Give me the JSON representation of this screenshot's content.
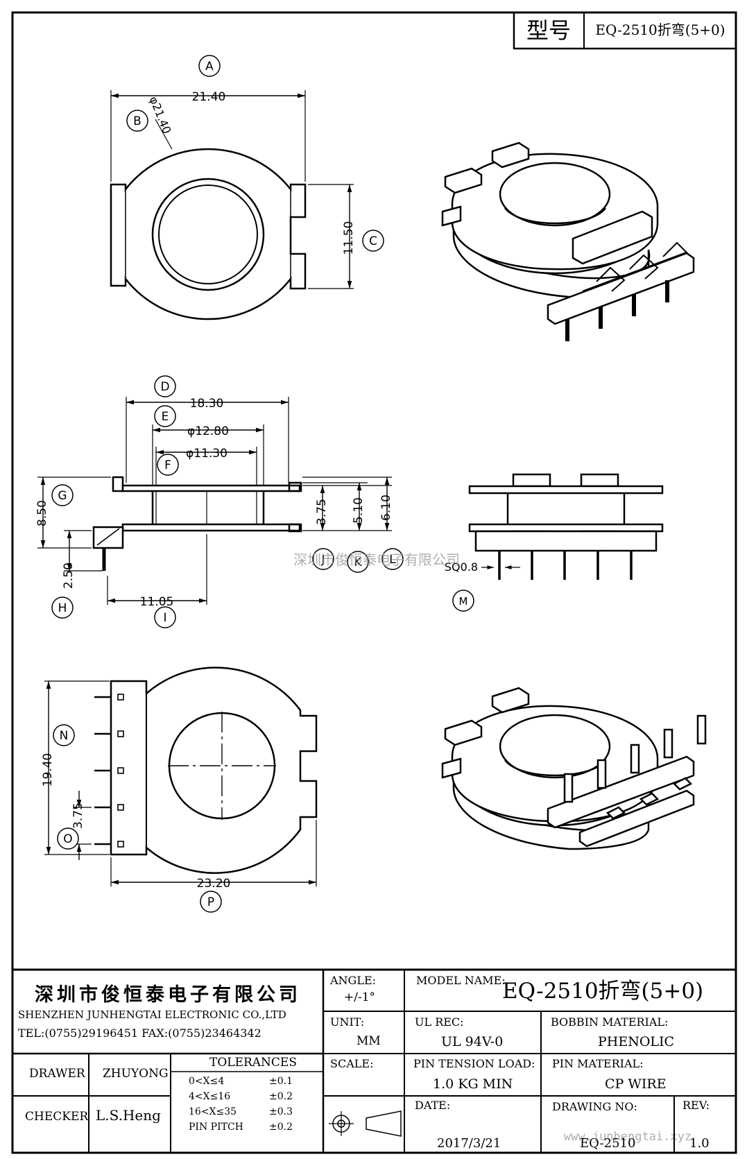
{
  "header": {
    "model_label": "型号",
    "model_value": "EQ-2510折弯(5+0)"
  },
  "views": {
    "top_view": {
      "callouts": [
        "A",
        "B",
        "C"
      ],
      "dims": {
        "width": "21.40",
        "diameter": "φ21.40",
        "slot": "11.50"
      }
    },
    "side_view": {
      "callouts": [
        "D",
        "E",
        "F",
        "G",
        "H",
        "I",
        "J",
        "K",
        "L"
      ],
      "dims": {
        "length": "18.30",
        "outer_dia": "φ12.80",
        "inner_dia": "φ11.30",
        "height": "8.50",
        "pin_len": "2.50",
        "pin_offset": "11.05",
        "flange_a": "3.75",
        "flange_b": "5.10",
        "flange_c": "6.10"
      }
    },
    "front_view": {
      "callouts": [
        "M"
      ],
      "dims": {
        "pin_sq": "SQ0.8"
      }
    },
    "bottom_view": {
      "callouts": [
        "N",
        "O",
        "P"
      ],
      "dims": {
        "span": "19.40",
        "pitch": "3.75",
        "total": "23.20"
      }
    }
  },
  "watermark": "深圳市俊恒泰电子有限公司",
  "watermark_url": "www.junhengtai.xyz",
  "title_block": {
    "company_cn": "深圳市俊恒泰电子有限公司",
    "company_en": "SHENZHEN JUNHENGTAI ELECTRONIC CO.,LTD",
    "contact": "TEL:(0755)29196451 FAX:(0755)23464342",
    "angle_label": "ANGLE:",
    "angle_value": "+/-1°",
    "model_name_label": "MODEL NAME:",
    "model_name_value": "EQ-2510折弯(5+0)",
    "unit_label": "UNIT:",
    "unit_value": "MM",
    "ul_label": "UL REC:",
    "ul_value": "UL 94V-0",
    "bobbin_label": "BOBBIN MATERIAL:",
    "bobbin_value": "PHENOLIC",
    "drawer_label": "DRAWER",
    "drawer_value": "ZHUYONG",
    "checker_label": "CHECKER",
    "checker_value": "L.S.Heng",
    "tolerances_label": "TOLERANCES",
    "tolerances": [
      {
        "range": "0<X≤4",
        "value": "±0.1"
      },
      {
        "range": "4<X≤16",
        "value": "±0.2"
      },
      {
        "range": "16<X≤35",
        "value": "±0.3"
      },
      {
        "range": "PIN PITCH",
        "value": "±0.2"
      }
    ],
    "scale_label": "SCALE:",
    "pin_tension_label": "PIN TENSION LOAD:",
    "pin_tension_value": "1.0 KG MIN",
    "pin_material_label": "PIN MATERIAL:",
    "pin_material_value": "CP WIRE",
    "date_label": "DATE:",
    "date_value": "2017/3/21",
    "drawing_no_label": "DRAWING NO:",
    "drawing_no_value": "EQ-2510",
    "rev_label": "REV:",
    "rev_value": "1.0"
  }
}
